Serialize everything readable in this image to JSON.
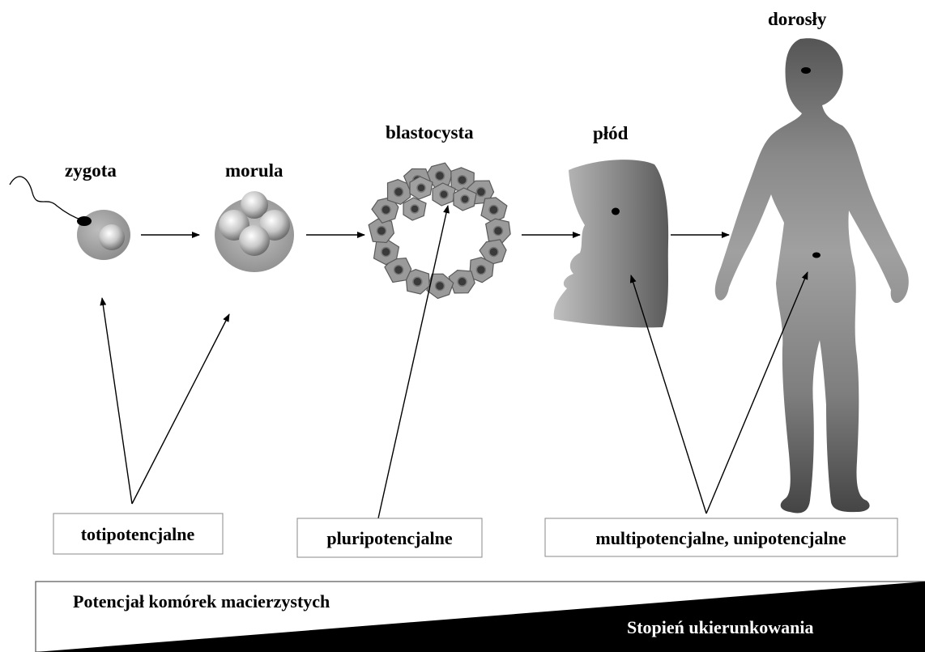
{
  "stages": {
    "zygota": "zygota",
    "morula": "morula",
    "blastocysta": "blastocysta",
    "plod": "płód",
    "dorosly": "dorosły"
  },
  "potency_boxes": {
    "totipotent": "totipotencjalne",
    "pluripotent": "pluripotencjalne",
    "multi_unipotent": "multipotencjalne, unipotencjalne"
  },
  "gradient_bar": {
    "potential_label": "Potencjał komórek macierzystych",
    "commitment_label": "Stopień ukierunkowania"
  }
}
